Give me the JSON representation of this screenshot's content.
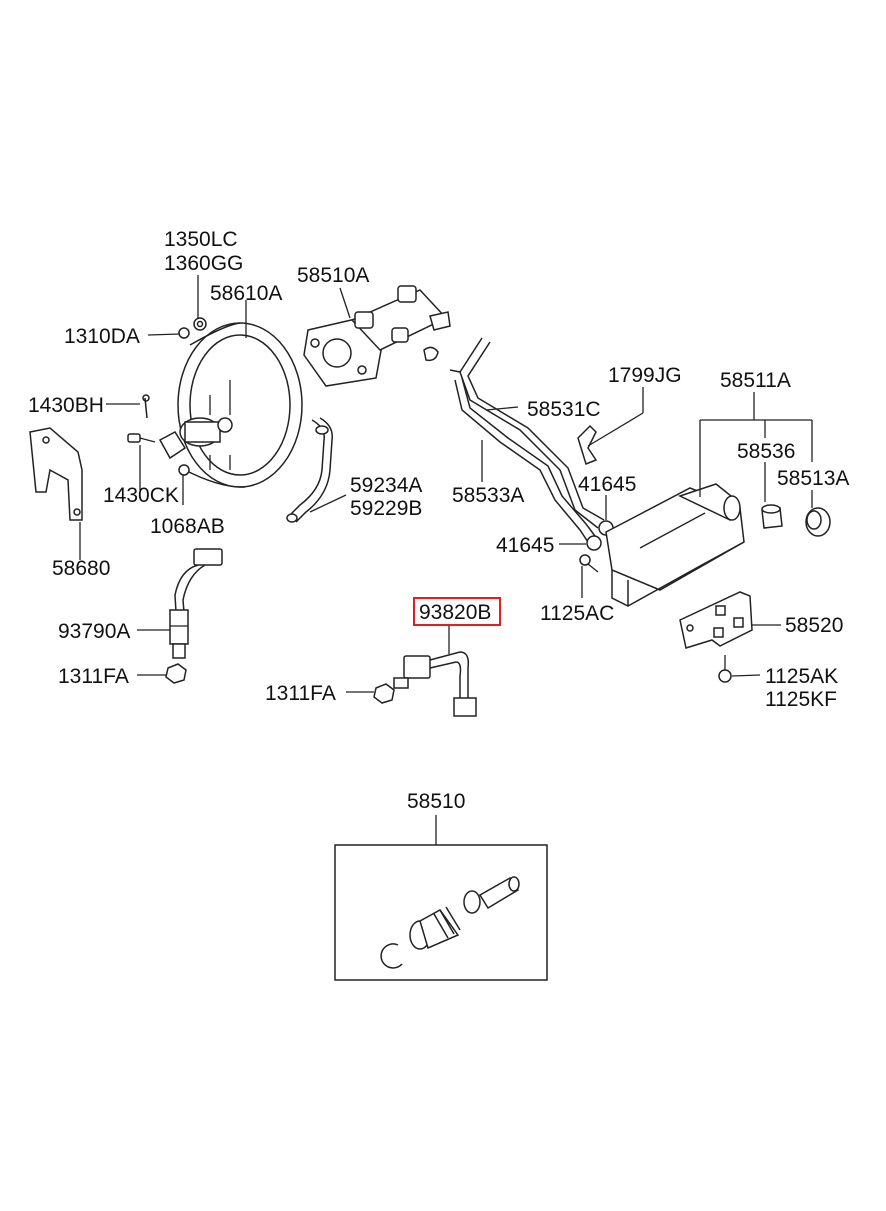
{
  "labels": {
    "l1350LC": "1350LC",
    "l1360GG": "1360GG",
    "l58610A": "58610A",
    "l1310DA": "1310DA",
    "l1430BH": "1430BH",
    "l1430CK": "1430CK",
    "l1068AB": "1068AB",
    "l58680": "58680",
    "l93790A": "93790A",
    "l1311FA_left": "1311FA",
    "l58510A": "58510A",
    "l59234A": "59234A",
    "l59229B": "59229B",
    "l58531C": "58531C",
    "l58533A": "58533A",
    "l1799JG": "1799JG",
    "l58511A": "58511A",
    "l58536": "58536",
    "l58513A": "58513A",
    "l41645_upper": "41645",
    "l41645_lower": "41645",
    "l1125AC": "1125AC",
    "l58520": "58520",
    "l93820B": "93820B",
    "l1311FA_mid": "1311FA",
    "l1125AK": "1125AK",
    "l1125KF": "1125KF",
    "l58510": "58510"
  },
  "highlight_color": "#e02020"
}
